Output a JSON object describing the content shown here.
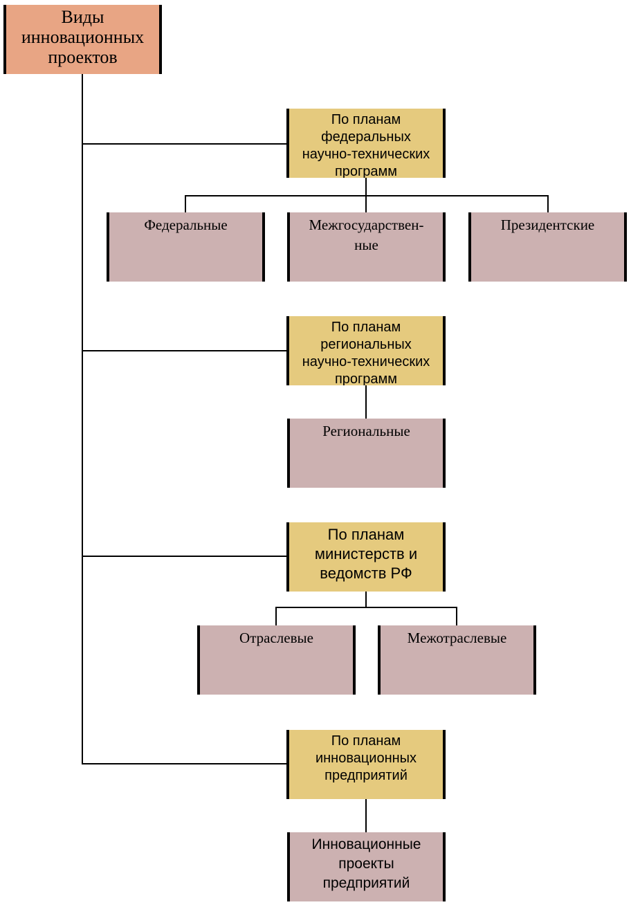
{
  "root": {
    "label": "Виды\nинновационных\nпроектов"
  },
  "categories": [
    {
      "label": "По планам\nфедеральных\nнаучно-технических\nпрограмм",
      "children": [
        "Федеральные",
        "Межгосударствен-\nные",
        "Президентские"
      ]
    },
    {
      "label": "По планам\nрегиональных\nнаучно-технических\nпрограмм",
      "children": [
        "Региональные"
      ]
    },
    {
      "label": "По планам\nминистерств и\nведомств РФ",
      "children": [
        "Отраслевые",
        "Межотраслевые"
      ]
    },
    {
      "label": "По планам\nинновационных\nпредприятий",
      "children": [
        "Инновационные\nпроекты\nпредприятий"
      ]
    }
  ],
  "colors": {
    "root": "#e8a584",
    "category": "#e5ca7e",
    "leaf": "#ccb1b1",
    "connector": "#000000"
  }
}
